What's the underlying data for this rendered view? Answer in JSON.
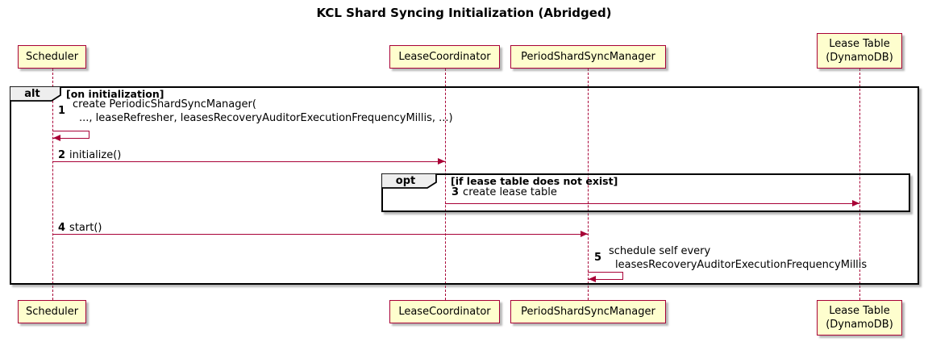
{
  "title": "KCL Shard Syncing Initialization (Abridged)",
  "participants": [
    {
      "id": "scheduler",
      "label": "Scheduler"
    },
    {
      "id": "lease-coordinator",
      "label": "LeaseCoordinator"
    },
    {
      "id": "period-shard-sync-manager",
      "label": "PeriodShardSyncManager"
    },
    {
      "id": "lease-table",
      "label": "Lease Table",
      "label2": "(DynamoDB)"
    }
  ],
  "frames": {
    "alt": {
      "keyword": "alt",
      "condition": "[on initialization]"
    },
    "opt": {
      "keyword": "opt",
      "condition": "[if lease table does not exist]"
    }
  },
  "messages": [
    {
      "num": "1",
      "from": "scheduler",
      "to": "scheduler",
      "line1": "create PeriodicShardSyncManager(",
      "line2": "..., leaseRefresher, leasesRecoveryAuditorExecutionFrequencyMillis, ...)"
    },
    {
      "num": "2",
      "from": "scheduler",
      "to": "lease-coordinator",
      "text": "initialize()"
    },
    {
      "num": "3",
      "from": "lease-coordinator",
      "to": "lease-table",
      "text": "create lease table"
    },
    {
      "num": "4",
      "from": "scheduler",
      "to": "period-shard-sync-manager",
      "text": "start()"
    },
    {
      "num": "5",
      "from": "period-shard-sync-manager",
      "to": "period-shard-sync-manager",
      "line1": "schedule self every",
      "line2": "leasesRecoveryAuditorExecutionFrequencyMillis"
    }
  ],
  "colors": {
    "participant_fill": "#FEFECE",
    "accent": "#A80036",
    "frame_border": "#000000",
    "pentagon_fill": "#EEEEEE",
    "text": "#000000"
  }
}
